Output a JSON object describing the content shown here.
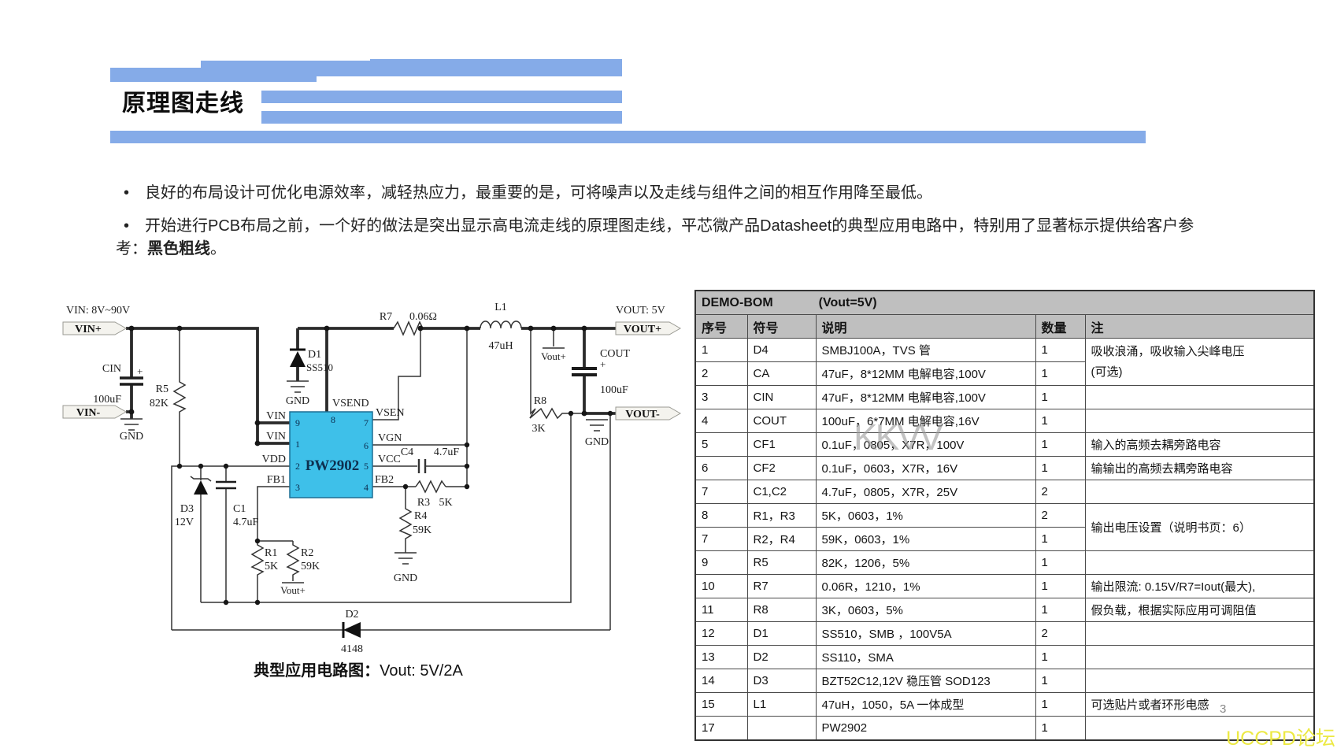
{
  "slide": {
    "title": "原理图走线",
    "page_number": "3",
    "watermark": "KKVV",
    "forum": "UCCPD论坛"
  },
  "bullets": {
    "marker": "•",
    "b1": "良好的布局设计可优化电源效率，减轻热应力，最重要的是，可将噪声以及走线与组件之间的相互作用降至最低。",
    "b2_part1": "开始进行PCB布局之前，一个好的做法是突出显示高电流走线的原理图走线，平芯微产品Datasheet的典型应用电路中，特别用了显著标示提供给客户参考：",
    "b2_bold": "黑色粗线",
    "b2_tail": "。"
  },
  "schematic": {
    "vin_range": "VIN:  8V~90V",
    "vout_rating": "VOUT:  5V",
    "vin_plus": "VIN+",
    "vin_minus": "VIN-",
    "vout_plus": "VOUT+",
    "vout_minus": "VOUT-",
    "cin": "CIN",
    "cin_val": "100uF",
    "plus": "+",
    "r5": "R5",
    "r5_val": "82K",
    "gnd": "GND",
    "d1": "D1",
    "d1_val": "SS510",
    "vsend": "VSEND",
    "vsen": "VSEN",
    "vin_pin": "VIN",
    "vdd": "VDD",
    "fb1": "FB1",
    "vgn": "VGN",
    "vcc": "VCC",
    "fb2": "FB2",
    "ic_name": "PW2902",
    "pins": {
      "p1": "1",
      "p2": "2",
      "p3": "3",
      "p4": "4",
      "p5": "5",
      "p6": "6",
      "p7": "7",
      "p8": "8",
      "p9": "9"
    },
    "r7": "R7",
    "r7_val": "0.06Ω",
    "l1": "L1",
    "l1_val": "47uH",
    "vout_net": "Vout+",
    "cout": "COUT",
    "cout_val": "100uF",
    "r8": "R8",
    "r8_val": "3K",
    "c4": "C4",
    "c4_val": "4.7uF",
    "r3": "R3",
    "r3_val": "5K",
    "r4": "R4",
    "r4_val": "59K",
    "r1": "R1",
    "r1_val": "5K",
    "r2": "R2",
    "r2_val": "59K",
    "d3": "D3",
    "d3_val": "12V",
    "c1": "C1",
    "c1_val": "4.7uF",
    "d2": "D2",
    "d2_val": "4148",
    "caption_bold": "典型应用电路图：",
    "caption_text": "Vout:  5V/2A"
  },
  "bom": {
    "title": "DEMO-BOM",
    "subtitle": "(Vout=5V)",
    "headers": [
      "序号",
      "符号",
      "说明",
      "数量",
      "注"
    ],
    "rows": [
      {
        "no": "1",
        "sym": "D4",
        "desc": "SMBJ100A，TVS 管",
        "qty": "1",
        "note": "吸收浪涌，吸收输入尖峰电压"
      },
      {
        "no": "2",
        "sym": "CA",
        "desc": "47uF，8*12MM 电解电容,100V",
        "qty": "1",
        "note": "(可选)"
      },
      {
        "no": "3",
        "sym": "CIN",
        "desc": "47uF，8*12MM 电解电容,100V",
        "qty": "1",
        "note": ""
      },
      {
        "no": "4",
        "sym": "COUT",
        "desc": "100uF，6*7MM 电解电容,16V",
        "qty": "1",
        "note": ""
      },
      {
        "no": "5",
        "sym": "CF1",
        "desc": "0.1uF，0805，X7R，100V",
        "qty": "1",
        "note": "输入的高频去耦旁路电容"
      },
      {
        "no": "6",
        "sym": "CF2",
        "desc": "0.1uF，0603，X7R，16V",
        "qty": "1",
        "note": "输输出的高频去耦旁路电容"
      },
      {
        "no": "7",
        "sym": "C1,C2",
        "desc": "4.7uF，0805，X7R，25V",
        "qty": "2",
        "note": ""
      },
      {
        "no": "8",
        "sym": "R1，R3",
        "desc": "5K，0603，1%",
        "qty": "2",
        "note": "输出电压设置（说明书页：6）"
      },
      {
        "no": "7",
        "sym": "R2，R4",
        "desc": "59K，0603，1%",
        "qty": "1",
        "note": ""
      },
      {
        "no": "9",
        "sym": "R5",
        "desc": "82K，1206，5%",
        "qty": "1",
        "note": ""
      },
      {
        "no": "10",
        "sym": "R7",
        "desc": "0.06R，1210，1%",
        "qty": "1",
        "note": "输出限流: 0.15V/R7=Iout(最大),"
      },
      {
        "no": "11",
        "sym": "R8",
        "desc": "3K，0603，5%",
        "qty": "1",
        "note": "假负载，根据实际应用可调阻值"
      },
      {
        "no": "12",
        "sym": "D1",
        "desc": "SS510，SMB ，100V5A",
        "qty": "2",
        "note": ""
      },
      {
        "no": "13",
        "sym": "D2",
        "desc": "SS110，SMA",
        "qty": "1",
        "note": ""
      },
      {
        "no": "14",
        "sym": "D3",
        "desc": "BZT52C12,12V 稳压管 SOD123",
        "qty": "1",
        "note": ""
      },
      {
        "no": "15",
        "sym": "L1",
        "desc": "47uH，1050，5A 一体成型",
        "qty": "1",
        "note": "可选贴片或者环形电感"
      },
      {
        "no": "17",
        "sym": "",
        "desc": "PW2902",
        "qty": "1",
        "note": ""
      }
    ]
  }
}
